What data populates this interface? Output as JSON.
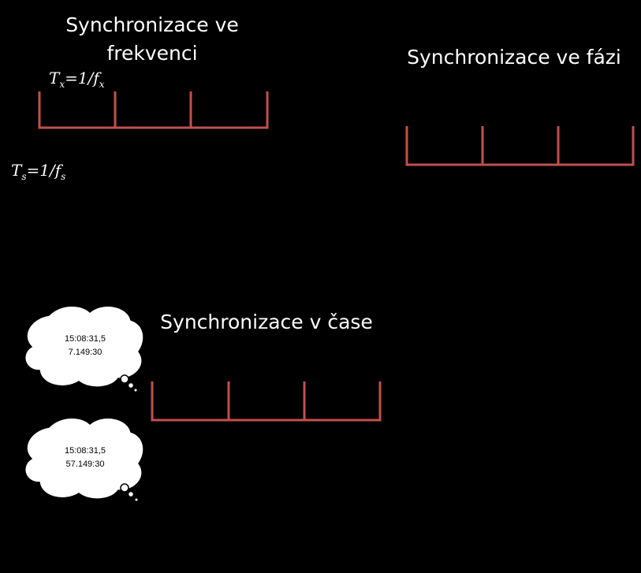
{
  "titles": {
    "frequency_line1": "Synchronizace ve",
    "frequency_line2": "frekvenci",
    "phase": "Synchronizace ve fázi",
    "time": "Synchronizace v čase"
  },
  "labels": {
    "period_top_T": "T",
    "period_top_sub": "x",
    "period_top_eq": "=1/f",
    "period_top_fsub": "x",
    "period_bottom_T": "T",
    "period_bottom_sub": "s",
    "period_bottom_eq": "=1/f",
    "period_bottom_fsub": "s"
  },
  "clouds": {
    "top_line1": "15:08:31,5",
    "top_line2": "7.149:30",
    "bottom_line1": "15:08:31,5",
    "bottom_line2": "57.149:30"
  },
  "colors": {
    "background": "#000000",
    "red_signal": "#c0504d",
    "cloud_fill": "#ffffff",
    "text": "#ffffff"
  }
}
